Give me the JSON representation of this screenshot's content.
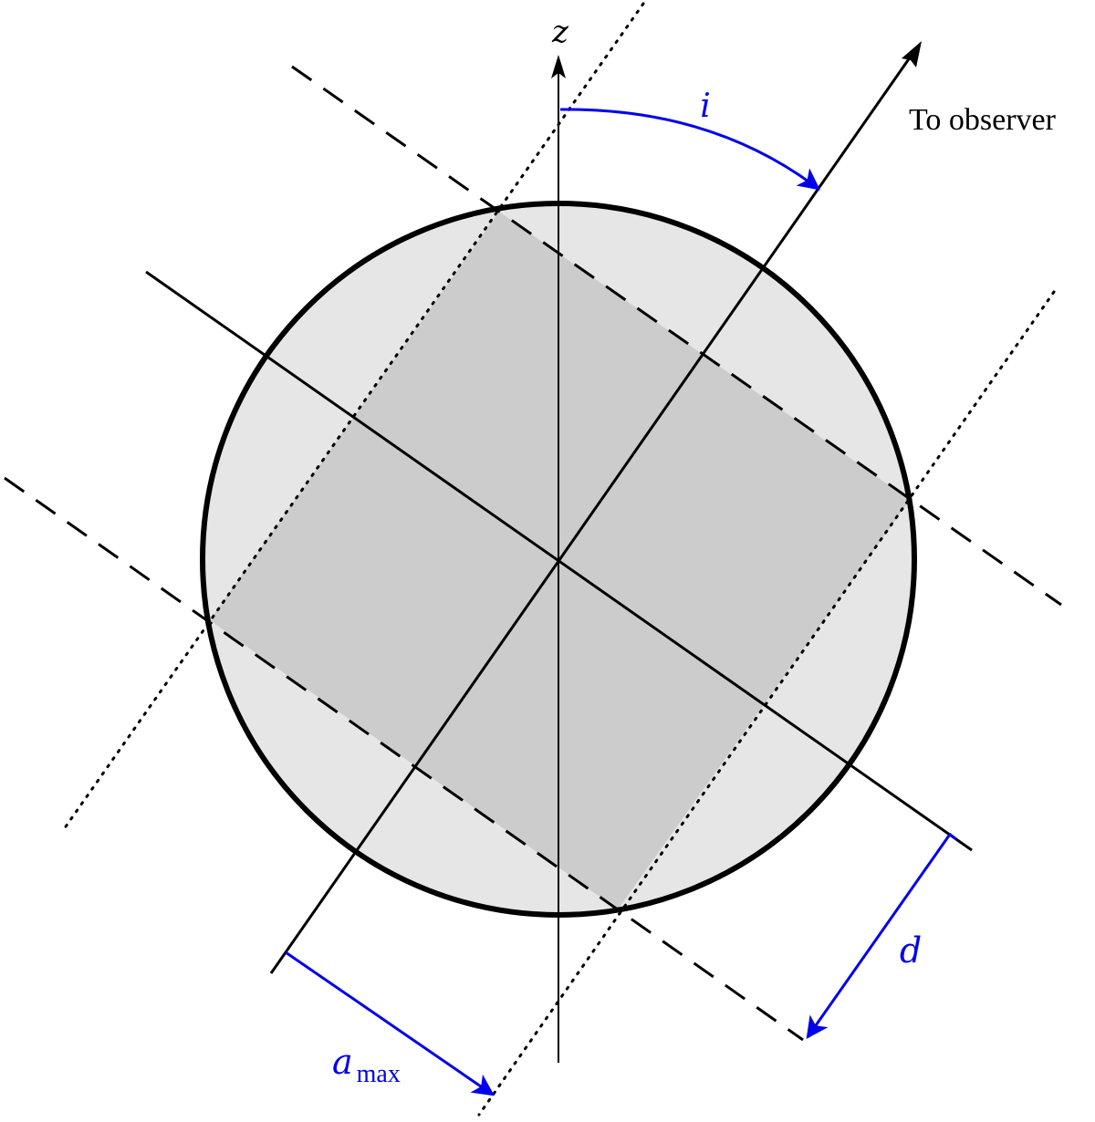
{
  "labels": {
    "z_axis": "z",
    "observer": "To observer",
    "inclination": "i",
    "depth": "d",
    "a_main": "a",
    "a_sub": "max"
  },
  "colors": {
    "annotation": "#0000ee",
    "sphere_fill": "#e6e6e6",
    "square_fill": "#cccccc",
    "stroke": "#000000"
  }
}
